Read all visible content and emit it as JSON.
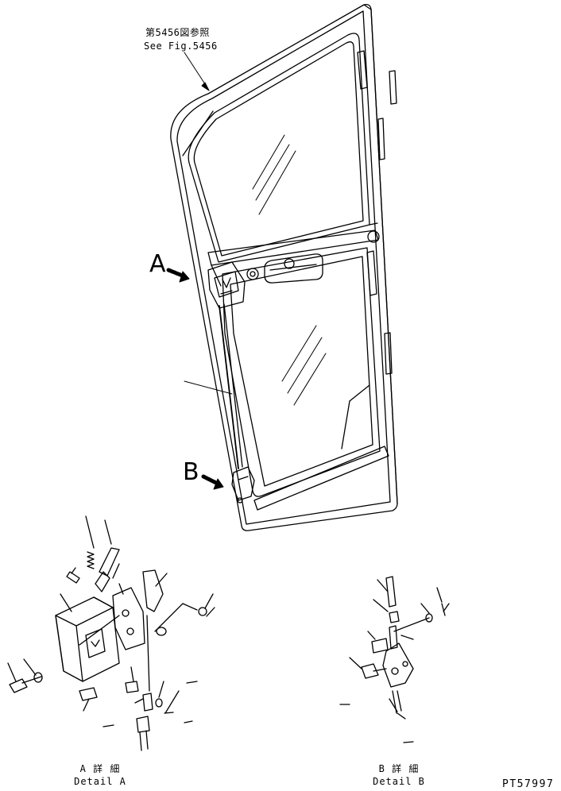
{
  "reference": {
    "jp": "第5456図参照",
    "en": "See Fig.5456"
  },
  "callouts": {
    "a": "A",
    "b": "B"
  },
  "detail_a": {
    "jp": "A 詳 細",
    "en": "Detail A"
  },
  "detail_b": {
    "jp": "B 詳 細",
    "en": "Detail B"
  },
  "drawing_code": "PT57997"
}
